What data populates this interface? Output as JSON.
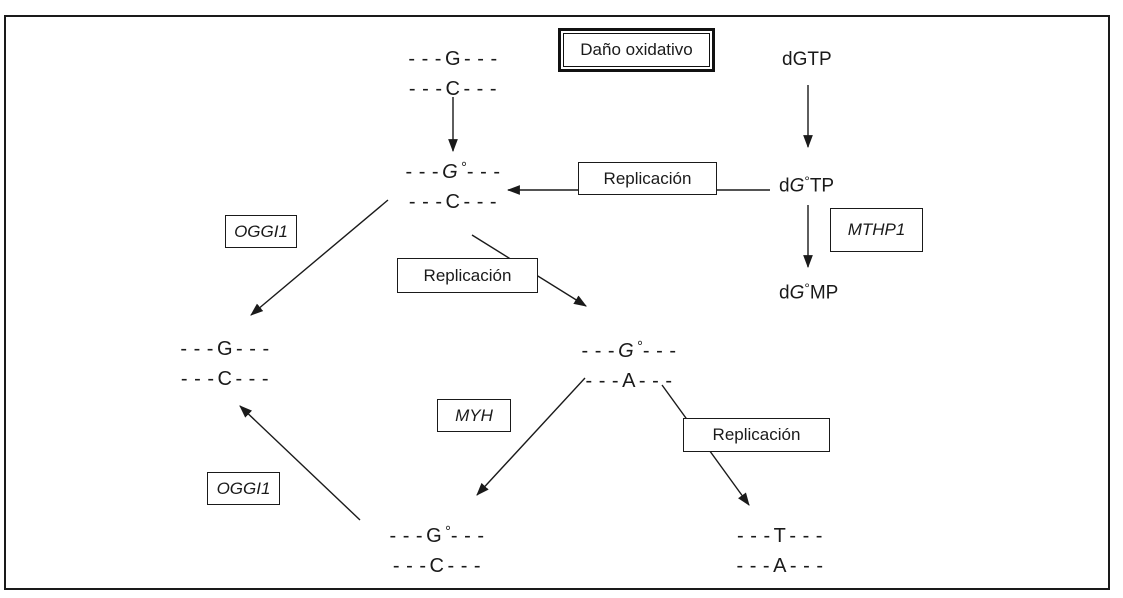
{
  "figure": {
    "title": "Daño oxidativo",
    "colors": {
      "ink": "#1a1a1a",
      "background": "#ffffff"
    }
  },
  "labels": {
    "replication": "Replicación",
    "ogg1": "OGGI1",
    "myh": "MYH",
    "mthp1": "MTHP1"
  },
  "molecules": {
    "dgtp": {
      "text": "dGTP"
    },
    "dgotp": {
      "pre": "d",
      "base": "G",
      "sup": "°",
      "post": "TP"
    },
    "dgomp": {
      "pre": "d",
      "base": "G",
      "sup": "°",
      "post": "MP"
    }
  },
  "pairs": {
    "initial": {
      "top_pre": "- - -",
      "top_base": "G",
      "top_sup": "",
      "top_post": "- - -",
      "bot_pre": "- - -",
      "bot_base": "C",
      "bot_sup": "",
      "bot_post": "- - -"
    },
    "damaged": {
      "top_pre": "- - -",
      "top_base": "G",
      "top_sup": "°",
      "top_post": "- - -",
      "bot_pre": "- - -",
      "bot_base": "C",
      "bot_sup": "",
      "bot_post": "- - -"
    },
    "repaired_left": {
      "top_pre": "- - -",
      "top_base": "G",
      "top_sup": "",
      "top_post": "- - -",
      "bot_pre": "- - -",
      "bot_base": "C",
      "bot_sup": "",
      "bot_post": "- - -"
    },
    "mispaired": {
      "top_pre": "- - -",
      "top_base": "G",
      "top_sup": "°",
      "top_post": "- - -",
      "bot_pre": "- - -",
      "bot_base": "A",
      "bot_sup": "",
      "bot_post": "- - -"
    },
    "excised": {
      "top_pre": "- - -",
      "top_base": "G",
      "top_sup": "°",
      "top_post": "- - -",
      "bot_pre": "- - -",
      "bot_base": "C",
      "bot_sup": "",
      "bot_post": "- - -"
    },
    "mutated": {
      "top_pre": "- - -",
      "top_base": "T",
      "top_sup": "",
      "top_post": "- - -",
      "bot_pre": "- - -",
      "bot_base": "A",
      "bot_sup": "",
      "bot_post": "- - -"
    }
  }
}
